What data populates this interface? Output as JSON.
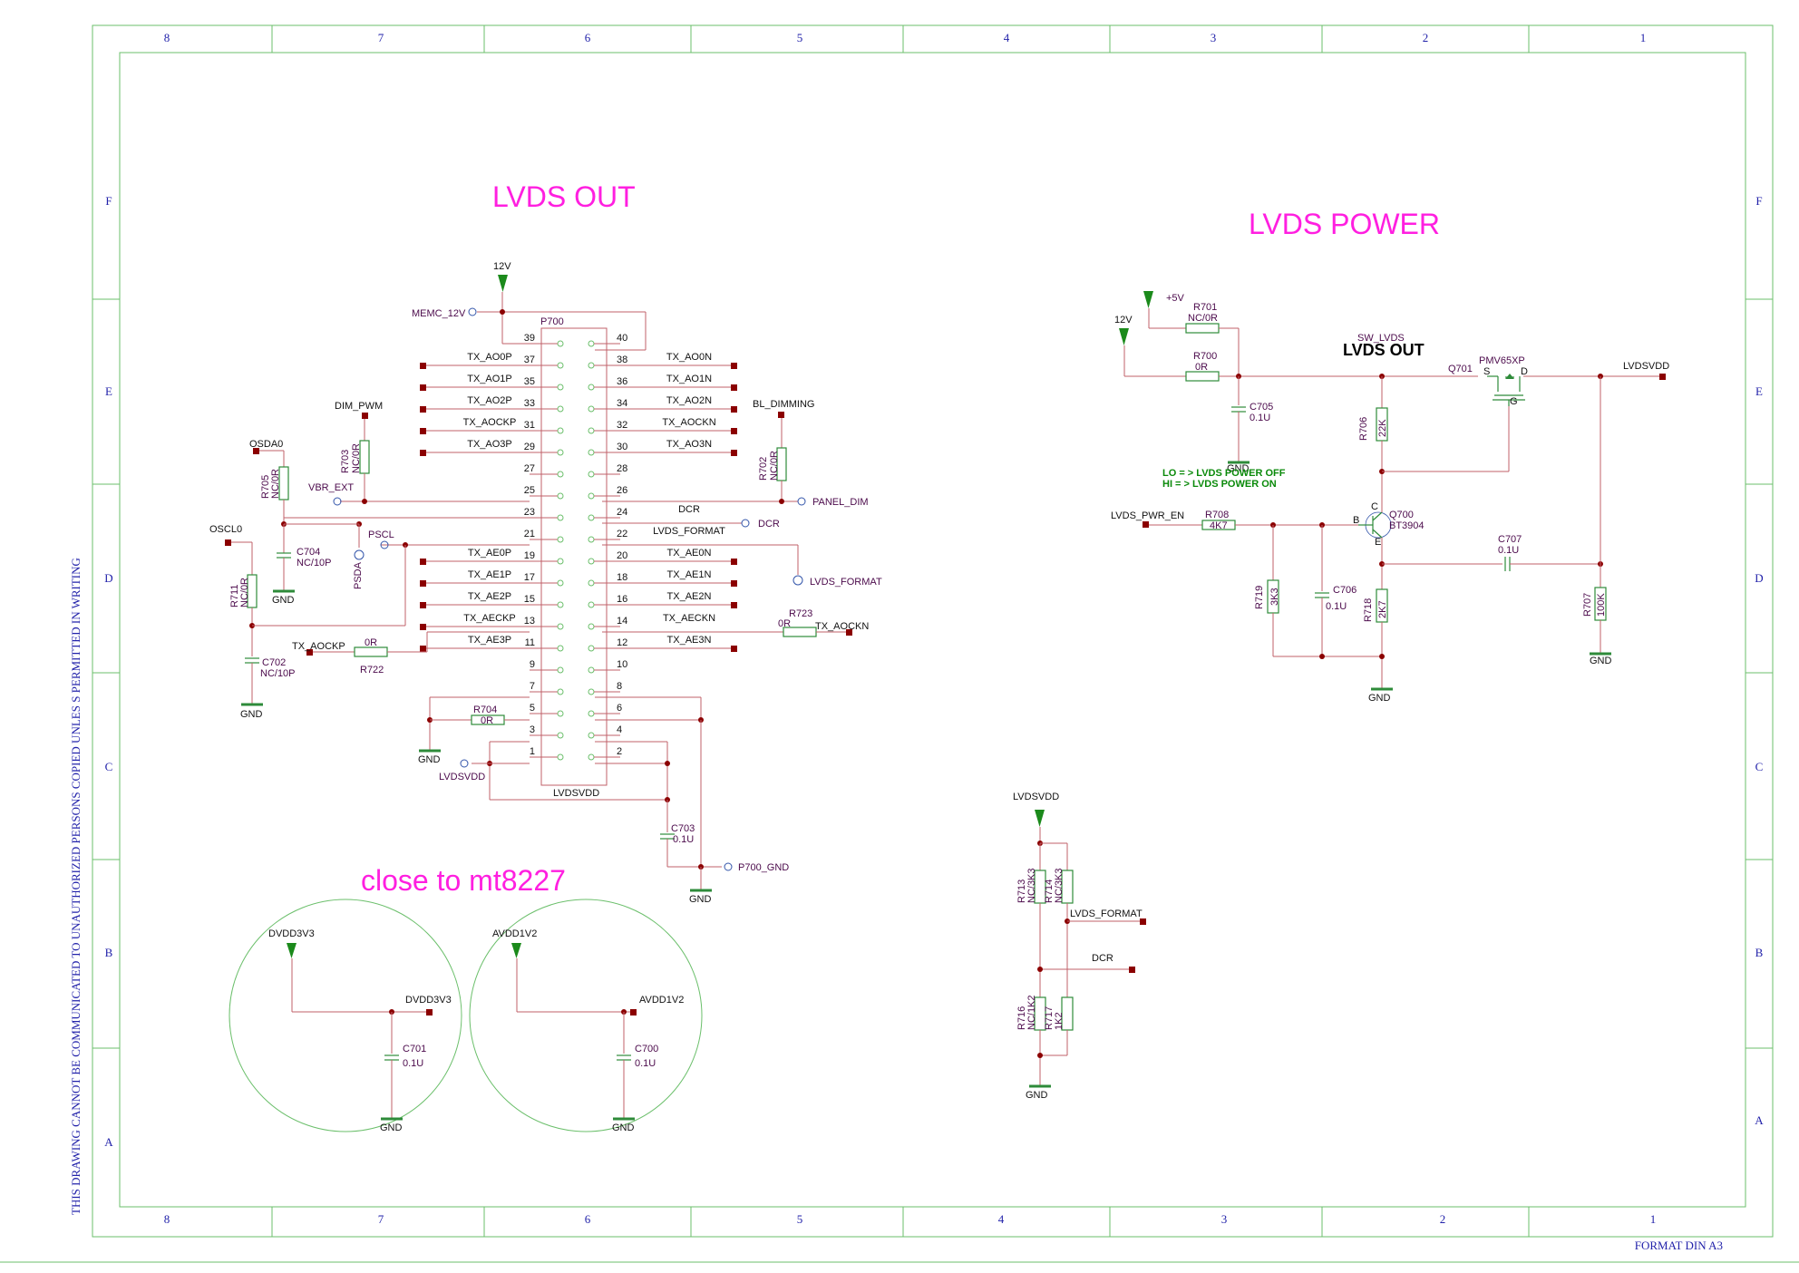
{
  "titles": {
    "lvds_out": "LVDS OUT",
    "lvds_power": "LVDS POWER",
    "close_note": "close to mt8227",
    "sw_lvds_big": "LVDS OUT"
  },
  "border": {
    "columns": [
      "8",
      "7",
      "6",
      "5",
      "4",
      "3",
      "2",
      "1"
    ],
    "rows": [
      "F",
      "E",
      "D",
      "C",
      "B",
      "A"
    ],
    "side_notice": "THIS DRAWING CANNOT BE COMMUNICATED TO UNAUTHORIZED PERSONS COPIED UNLES S PERMITTED IN WRITING",
    "format": "FORMAT DIN A3"
  },
  "connector": {
    "ref": "P700",
    "power_net": "12V",
    "memc": "MEMC_12V",
    "bottom_net": "LVDSVDD",
    "left_pins": [
      "39",
      "37",
      "35",
      "33",
      "31",
      "29",
      "27",
      "25",
      "23",
      "21",
      "19",
      "17",
      "15",
      "13",
      "11",
      "9",
      "7",
      "5",
      "3",
      "1"
    ],
    "right_pins": [
      "40",
      "38",
      "36",
      "34",
      "32",
      "30",
      "28",
      "26",
      "24",
      "22",
      "20",
      "18",
      "16",
      "14",
      "12",
      "10",
      "8",
      "6",
      "4",
      "2"
    ],
    "left_nets": [
      "",
      "TX_AO0P",
      "TX_AO1P",
      "TX_AO2P",
      "TX_AOCKP",
      "TX_AO3P",
      "",
      "",
      "",
      "",
      "TX_AE0P",
      "TX_AE1P",
      "TX_AE2P",
      "TX_AECKP",
      "TX_AE3P",
      "",
      "",
      "",
      "",
      ""
    ],
    "right_nets": [
      "",
      "TX_AO0N",
      "TX_AO1N",
      "TX_AO2N",
      "TX_AOCKN",
      "TX_AO3N",
      "",
      "",
      "DCR",
      "LVDS_FORMAT",
      "TX_AE0N",
      "TX_AE1N",
      "TX_AE2N",
      "TX_AECKN",
      "TX_AE3N",
      "",
      "",
      "",
      "",
      ""
    ]
  },
  "left_side": {
    "dim_pwm": "DIM_PWM",
    "r703": "R703",
    "r703_val": "NC/0R",
    "osda0": "OSDA0",
    "r705": "R705",
    "r705_val": "NC/0R",
    "vbr_ext": "VBR_EXT",
    "c704": "C704",
    "c704_val": "NC/10P",
    "gnd": "GND",
    "pscl": "PSCL",
    "psda": "PSDA",
    "oscl0": "OSCL0",
    "r711": "R711",
    "r711_val": "NC/0R",
    "tx_aockp": "TX_AOCKP",
    "r722_val": "0R",
    "r722": "R722",
    "c702": "C702",
    "c702_val": "NC/10P",
    "r704": "R704",
    "r704_val": "0R",
    "lvdsvdd": "LVDSVDD",
    "c703": "C703",
    "c703_val": "0.1U",
    "p700_gnd": "P700_GND"
  },
  "right_side": {
    "bl_dimming": "BL_DIMMING",
    "r702": "R702",
    "r702_val": "NC/0R",
    "panel_dim": "PANEL_DIM",
    "dcr": "DCR",
    "lvds_format": "LVDS_FORMAT",
    "r723": "R723",
    "r723_val": "0R",
    "tx_aockn": "TX_AOCKN"
  },
  "decoupling": {
    "dvdd": "DVDD3V3",
    "c701": "C701",
    "c701_val": "0.1U",
    "avdd": "AVDD1V2",
    "c700": "C700",
    "c700_val": "0.1U",
    "gnd": "GND"
  },
  "power": {
    "p5v": "+5V",
    "p12v": "12V",
    "r701": "R701",
    "r701_val": "NC/0R",
    "r700": "R700",
    "r700_val": "0R",
    "c705": "C705",
    "c705_val": "0.1U",
    "gnd": "GND",
    "sw_lvds": "SW_LVDS",
    "q701": "Q701",
    "q701_part": "PMV65XP",
    "lvdsvdd": "LVDSVDD",
    "r706": "R706",
    "r706_val": "22K",
    "note_lo": "LO = > LVDS  POWER OFF",
    "note_hi": "HI = > LVDS  POWER ON",
    "lvds_pwr_en": "LVDS_PWR_EN",
    "r708": "R708",
    "r708_val": "4K7",
    "q700": "Q700",
    "q700_part": "BT3904",
    "c707": "C707",
    "c707_val": "0.1U",
    "r719": "R719",
    "r719_val": "3K3",
    "c706": "C706",
    "c706_val": "0.1U",
    "r718": "R718",
    "r718_val": "2K7",
    "r707": "R707",
    "r707_val": "100K",
    "pin_s": "S",
    "pin_d": "D",
    "pin_g": "G",
    "pin_b": "B",
    "pin_c": "C",
    "pin_e": "E"
  },
  "format_block": {
    "lvdsvdd": "LVDSVDD",
    "r713": "R713",
    "r713_val": "NC/3K3",
    "r714": "R714",
    "r714_val": "NC/3K3",
    "lvds_format": "LVDS_FORMAT",
    "dcr": "DCR",
    "r716": "R716",
    "r716_val": "NC/1K2",
    "r717": "R717",
    "r717_val": "1K2",
    "gnd": "GND"
  }
}
